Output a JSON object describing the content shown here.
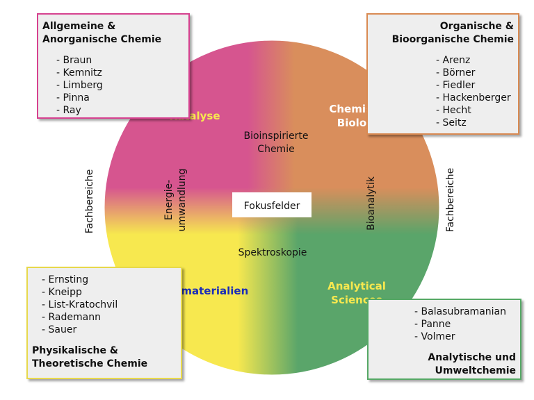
{
  "boxes": {
    "top_left": {
      "title_line1": "Allgemeine &",
      "title_line2": "Anorganische Chemie",
      "members": [
        "Braun",
        "Kemnitz",
        "Limberg",
        "Pinna",
        "Ray"
      ]
    },
    "top_right": {
      "title_line1": "Organische &",
      "title_line2": "Bioorganische Chemie",
      "members": [
        "Arenz",
        "Börner",
        "Fiedler",
        "Hackenberger",
        "Hecht",
        "Seitz"
      ]
    },
    "bottom_left": {
      "title_line1": "Physikalische &",
      "title_line2": "Theoretische Chemie",
      "members": [
        "Ernsting",
        "Kneipp",
        "List-Kratochvil",
        "Rademann",
        "Sauer"
      ]
    },
    "bottom_right": {
      "title_line1": "Analytische und",
      "title_line2": "Umweltchemie",
      "members": [
        "Balasubramanian",
        "Panne",
        "Volmer"
      ]
    }
  },
  "circle": {
    "quadrants": {
      "katalyse": "Katalyse",
      "chem_bio_line1": "Chemische",
      "chem_bio_line2": "Biologie",
      "nanomaterialien": "Nanomaterialien",
      "analytical_line1": "Analytical",
      "analytical_line2": "Sciences"
    },
    "focus": {
      "center": "Fokusfelder",
      "bioinspired_line1": "Bioinspirierte",
      "bioinspired_line2": "Chemie",
      "energie_line1": "Energie-",
      "energie_line2": "umwandlung",
      "bioanalytik": "Bioanalytik",
      "spektroskopie": "Spektroskopie"
    }
  },
  "side_labels": {
    "left": "Fachbereiche",
    "right": "Fachbereiche"
  },
  "colors": {
    "pink": "#d6558f",
    "orange": "#d98e5c",
    "yellow": "#f7e84f",
    "green": "#5aa56a",
    "quadrant_text_yellow": "#f7e84f",
    "quadrant_text_blue": "#1a2cb8"
  }
}
